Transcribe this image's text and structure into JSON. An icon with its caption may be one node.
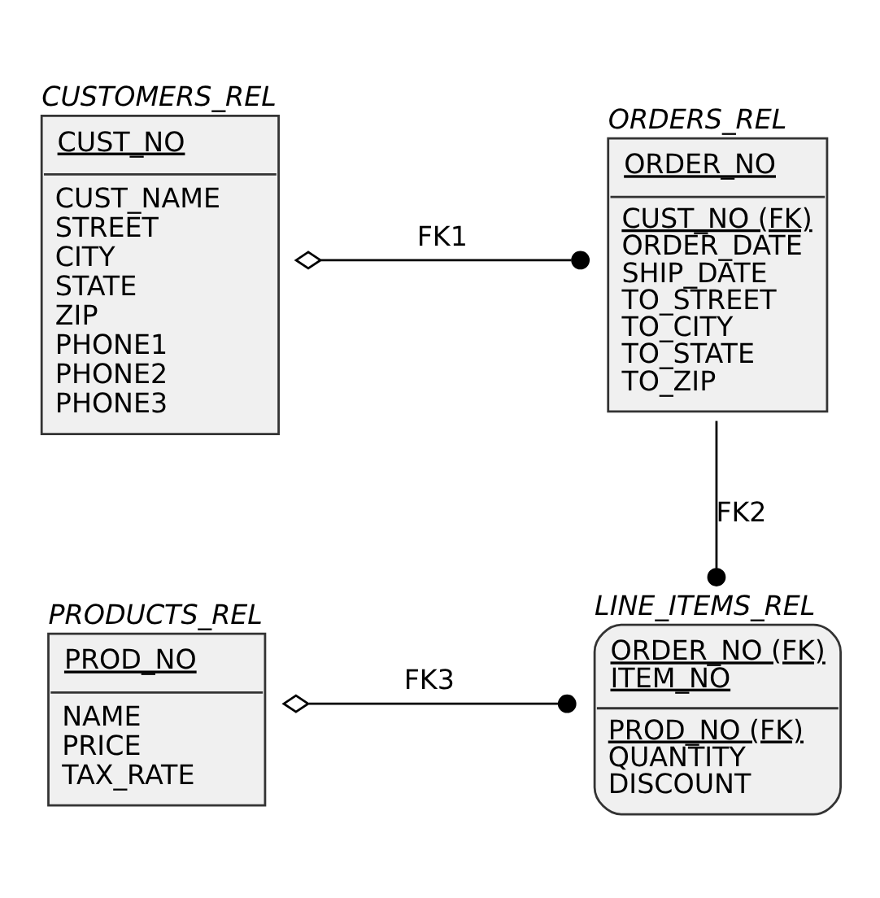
{
  "diagram": {
    "nodes": [
      {
        "text": [
          "CUSTOMERS_REL",
          "CUST_NO",
          "CUST_NAME",
          "STREET",
          "CITY",
          "STATE",
          "ZIP",
          "PHONE1",
          "PHONE2",
          "PHONE3"
        ]
      },
      {
        "text": [
          "ORDERS_REL",
          "ORDER_NO",
          "CUST_NO (FK)",
          "ORDER_DATE",
          "SHIP_DATE",
          "TO_STREET",
          "TO_CITY",
          "TO_STATE",
          "TO_ZIP"
        ]
      },
      {
        "text": [
          "PRODUCTS_REL",
          "PROD_NO",
          "NAME",
          "PRICE",
          "TAX_RATE"
        ]
      },
      {
        "text": [
          "LINE_ITEMS_REL",
          "ORDER_NO (FK)",
          "ITEM_NO",
          "PROD_NO (FK)",
          "QUANTITY",
          "DISCOUNT"
        ]
      }
    ],
    "edges": [
      {
        "from": 0,
        "to": 1,
        "arrow": "other",
        "label": "FK1"
      },
      {
        "from": 1,
        "to": 3,
        "arrow": "other",
        "label": "FK2"
      },
      {
        "from": 2,
        "to": 3,
        "arrow": "other",
        "label": "FK3"
      }
    ]
  }
}
